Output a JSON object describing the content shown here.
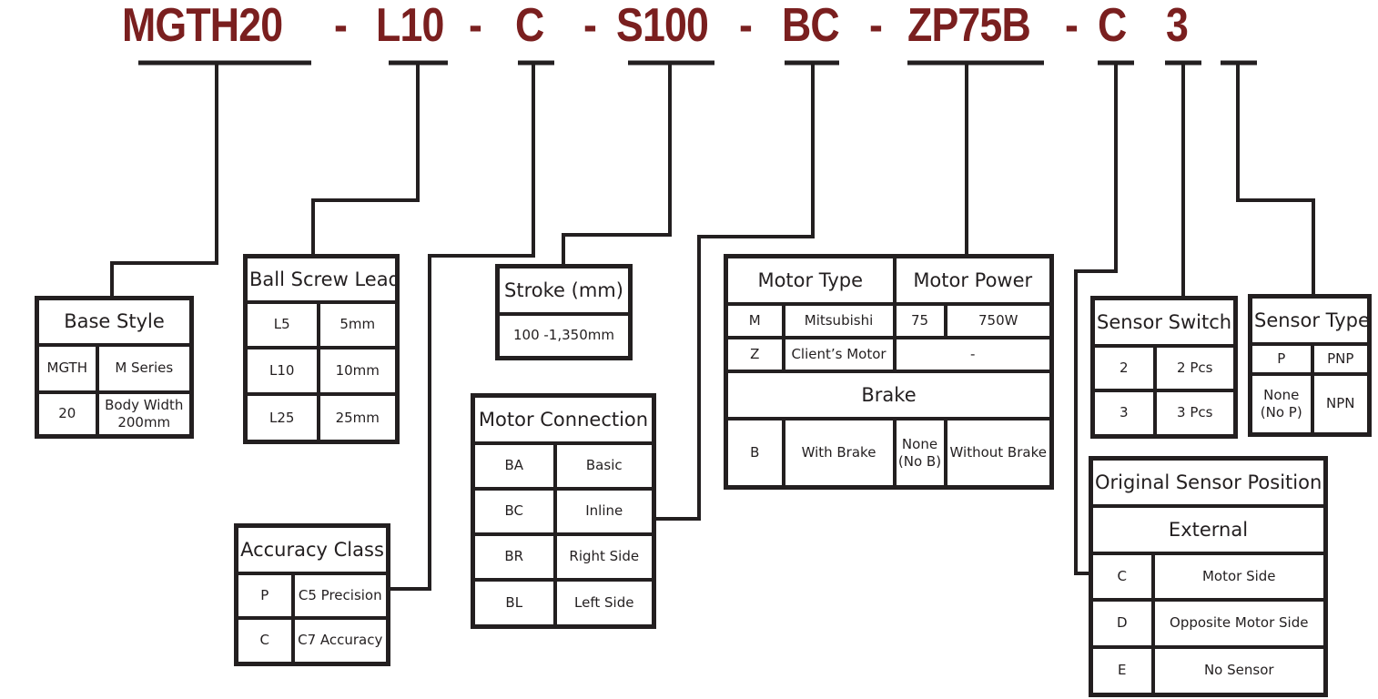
{
  "model_code": {
    "segments": [
      "MGTH20",
      "-",
      "L10",
      "-",
      "C",
      "-",
      "S100",
      "-",
      "BC",
      "-",
      "ZP75B",
      "-",
      "C",
      "3"
    ],
    "color": "#7a1f1f"
  },
  "base_style": {
    "title": "Base Style",
    "rows": [
      [
        "MGTH",
        "M Series"
      ],
      [
        "20",
        "Body Width 200mm"
      ]
    ]
  },
  "ball_screw_lead": {
    "title": "Ball Screw Lead",
    "rows": [
      [
        "L5",
        "5mm"
      ],
      [
        "L10",
        "10mm"
      ],
      [
        "L25",
        "25mm"
      ]
    ]
  },
  "accuracy_class": {
    "title": "Accuracy Class",
    "rows": [
      [
        "P",
        "C5 Precision"
      ],
      [
        "C",
        "C7 Accuracy"
      ]
    ]
  },
  "stroke": {
    "title": "Stroke (mm)",
    "value": "100 -1,350mm"
  },
  "motor_connection": {
    "title": "Motor Connection",
    "rows": [
      [
        "BA",
        "Basic"
      ],
      [
        "BC",
        "Inline"
      ],
      [
        "BR",
        "Right Side"
      ],
      [
        "BL",
        "Left Side"
      ]
    ]
  },
  "motor": {
    "type_title": "Motor Type",
    "power_title": "Motor Power",
    "rows": [
      [
        "M",
        "Mitsubishi",
        "75",
        "750W"
      ],
      [
        "Z",
        "Client’s Motor",
        "-"
      ]
    ],
    "brake_title": "Brake",
    "brake_row": [
      "B",
      "With Brake",
      "None (No B)",
      "Without Brake"
    ]
  },
  "sensor_switch": {
    "title": "Sensor Switch",
    "rows": [
      [
        "2",
        "2 Pcs"
      ],
      [
        "3",
        "3 Pcs"
      ]
    ]
  },
  "sensor_type": {
    "title": "Sensor Type",
    "rows": [
      [
        "P",
        "PNP"
      ],
      [
        "None (No P)",
        "NPN"
      ]
    ]
  },
  "original_sensor_position": {
    "title": "Original Sensor Position",
    "subtitle": "External",
    "rows": [
      [
        "C",
        "Motor Side"
      ],
      [
        "D",
        "Opposite Motor Side"
      ],
      [
        "E",
        "No Sensor"
      ]
    ]
  }
}
